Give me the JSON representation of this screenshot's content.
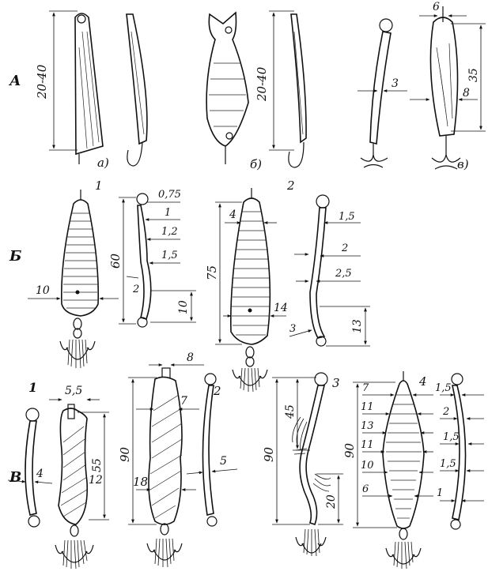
{
  "sections": {
    "a": "А",
    "b": "Б",
    "c": "В"
  },
  "row_a": {
    "dim1": "20-40",
    "cap1": "а)",
    "dim2": "20-40",
    "cap2": "б)",
    "dim_top": "6",
    "dim_thick": "3",
    "dim_len": "35",
    "dim_width": "8",
    "cap3": "в)"
  },
  "row_b": {
    "num1": "1",
    "num2": "2",
    "lure1": {
      "length": "60",
      "width": "10",
      "t1": "0,75",
      "t2": "1",
      "t3": "1,2",
      "t4": "1,5",
      "t5": "2",
      "bend": "10"
    },
    "lure2": {
      "length": "75",
      "top": "4",
      "width": "14",
      "t1": "1,5",
      "t2": "2",
      "t3": "2,5",
      "t4": "3",
      "bend": "13"
    }
  },
  "row_c": {
    "num1": "1",
    "num2": "2",
    "num3": "3",
    "num4": "4",
    "lure1": {
      "top": "5,5",
      "length": "55",
      "width": "12",
      "thick": "4"
    },
    "lure2": {
      "length": "90",
      "top": "8",
      "w1": "7",
      "w2": "18",
      "thick": "5"
    },
    "lure3": {
      "length": "90",
      "hook": "45",
      "bend": "20"
    },
    "lure4": {
      "length": "90",
      "w": [
        "7",
        "11",
        "13",
        "11",
        "10",
        "6"
      ],
      "t": [
        "1,5",
        "2",
        "1,5",
        "1,5",
        "1"
      ]
    }
  }
}
